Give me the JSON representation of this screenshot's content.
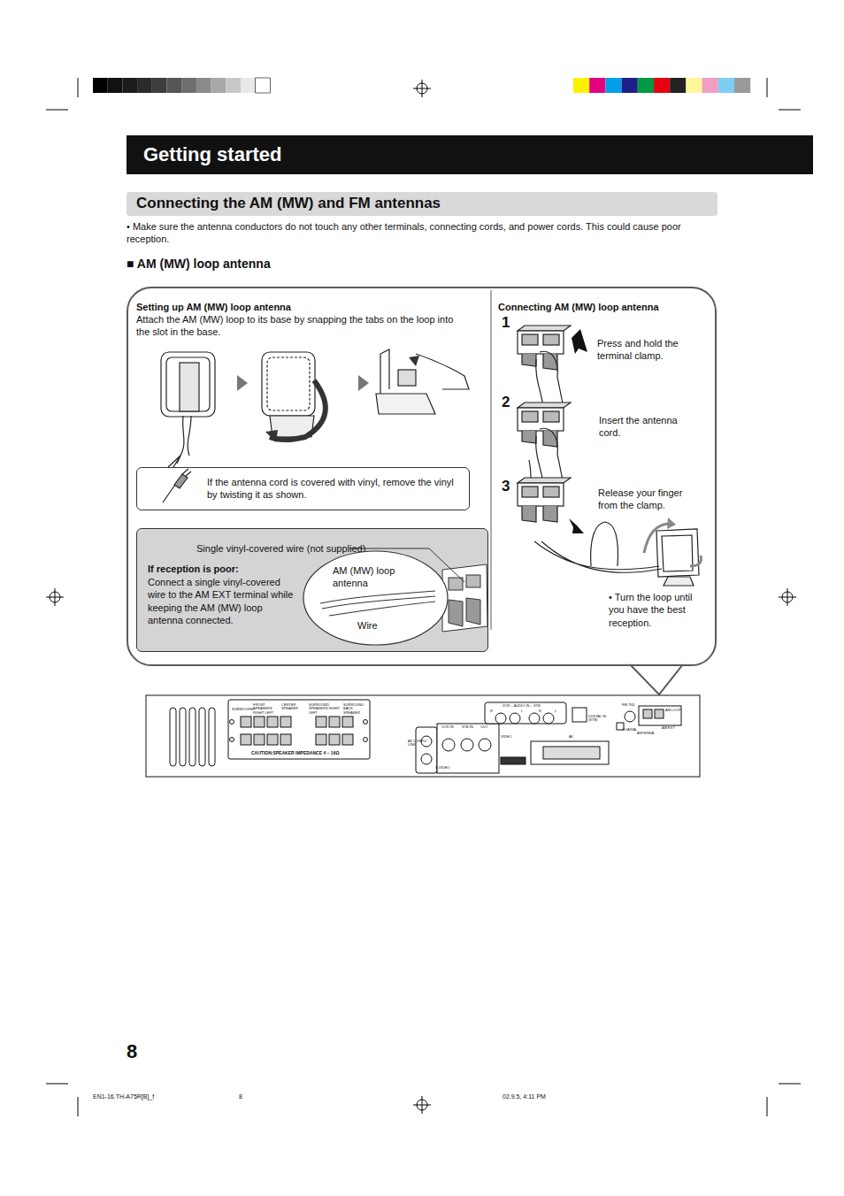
{
  "diagram": {
    "title": "Getting started",
    "nodes": [
      {
        "text": [
          "Connecting the AM (MW) and FM antennas"
        ]
      },
      {
        "text": [
          "Setting up AM (MW) loop antenna",
          "Attach the AM (MW) loop to its base by snapping the tabs on the loop into the slot in the base.",
          "Connecting AM (MW) loop antenna"
        ]
      },
      {
        "text": [
          "If the antenna cord is covered with vinyl, remove the vinyl by twisting it as shown."
        ],
        "in": 1
      },
      {
        "text": [
          "Single vinyl-covered wire (not supplied)",
          "If reception is poor:",
          "Connect a single vinyl-covered wire to the AM EXT terminal while keeping the AM (MW) loop antenna connected."
        ],
        "in": 1
      },
      {
        "text": [
          "AM (MW) loop antenna",
          "Wire"
        ],
        "in": 3
      }
    ],
    "labels": [
      "• Make sure the antenna conductors do not touch any other terminals, connecting cords, and power cords. This could cause poor reception.",
      "■ AM (MW) loop antenna",
      "1",
      "Press and hold the terminal clamp.",
      "2",
      "Insert the antenna cord.",
      "3",
      "Release your finger from the clamp.",
      "• Turn the loop until you have the best reception.",
      "SUBWOOFER",
      "FRONT SPEAKERS RIGHT LEFT",
      "CENTER SPEAKER",
      "SURROUND SPEAKERS RIGHT LEFT",
      "SURROUND BACK SPEAKER",
      "CAUTION:SPEAKER IMPEDANCE 4 ~ 16Ω",
      "VCR – AUDIO IN – STB",
      "R",
      "L",
      "R",
      "L",
      "DIGITAL IN (STB)",
      "VCR IN",
      "STB IN",
      "OUT",
      "VIDEO",
      "AV COMPU LINK",
      "S-VIDEO",
      "AV",
      "FM 75Ω",
      "COAXIAL",
      "AM LOOP",
      "AM EXT",
      "ANTENNA",
      "8",
      "EN1-16.TH-A75R[B]_f",
      "8",
      "02.9.5, 4:11 PM"
    ]
  }
}
